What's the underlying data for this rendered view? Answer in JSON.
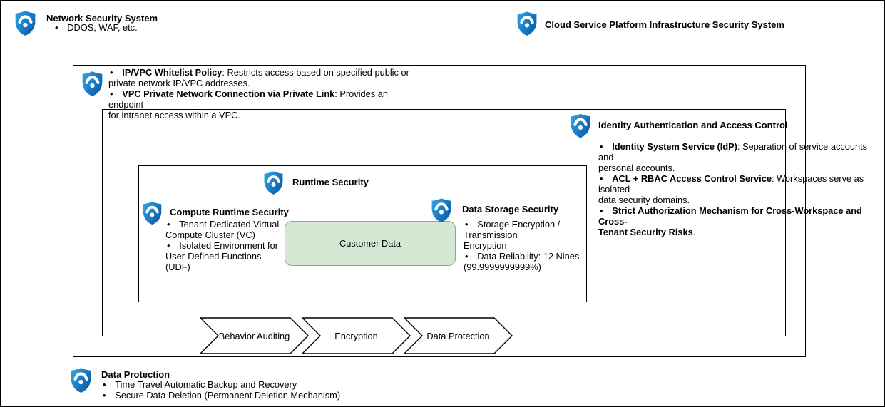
{
  "header_left": {
    "title": "Network Security System",
    "bullet": "DDOS, WAF, etc."
  },
  "header_right": {
    "title": "Cloud Service Platform Infrastructure Security System"
  },
  "perimeter_security": {
    "bullets": [
      {
        "bold": "IP/VPC Whitelist Policy",
        "rest": ": Restricts access based on specified public or\nprivate network IP/VPC addresses."
      },
      {
        "bold": "VPC Private Network Connection via Private Link",
        "rest": ": Provides an endpoint\nfor intranet access within a VPC."
      }
    ]
  },
  "identity": {
    "title": "Identity Authentication and Access Control",
    "bullets": [
      {
        "bold": "Identity System Service (IdP)",
        "rest": ": Separation of service accounts and\npersonal accounts."
      },
      {
        "bold": "ACL + RBAC Access Control Service",
        "rest": ": Workspaces serve as isolated\ndata security domains."
      },
      {
        "bold": "Strict Authorization Mechanism for Cross-Workspace and Cross-\nTenant Security Risks",
        "rest": "."
      }
    ]
  },
  "runtime": {
    "title": "Runtime Security"
  },
  "compute": {
    "title": "Compute Runtime Security",
    "bullets": [
      "Tenant-Dedicated Virtual\nCompute Cluster (VC)",
      "Isolated Environment for\nUser-Defined Functions (UDF)"
    ]
  },
  "storage": {
    "title": "Data Storage Security",
    "bullets": [
      "Storage Encryption / Transmission\nEncryption",
      "Data Reliability: 12 Nines\n(99.9999999999%)"
    ]
  },
  "customer_data": {
    "label": "Customer Data"
  },
  "flow": {
    "steps": [
      "Behavior Auditing",
      "Encryption",
      "Data Protection"
    ]
  },
  "data_protection": {
    "title": "Data Protection",
    "bullets": [
      "Time Travel Automatic Backup and Recovery",
      "Secure Data Deletion (Permanent Deletion Mechanism)"
    ]
  },
  "colors": {
    "shield_blue_light": "#2F9FE0",
    "shield_blue_dark": "#0B5EA8",
    "customer_data_fill": "#D5E8D4",
    "customer_data_border": "#82B366"
  }
}
